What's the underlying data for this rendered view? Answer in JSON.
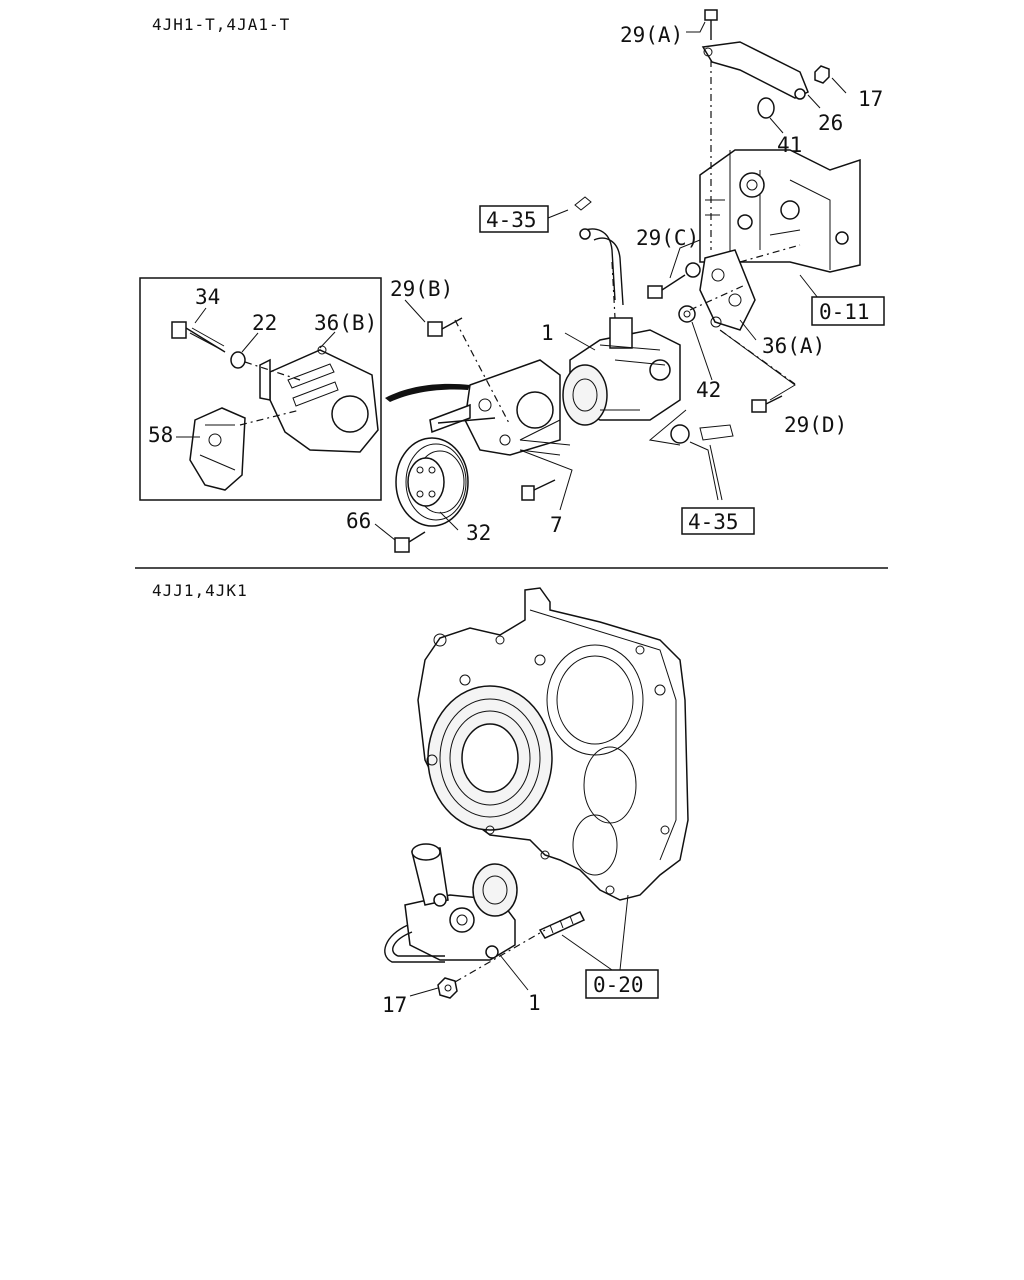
{
  "sections": [
    {
      "header": "4JH1-T,4JA1-T",
      "callouts": [
        "29(A)",
        "17",
        "26",
        "41",
        "4-35",
        "29(C)",
        "0-11",
        "34",
        "22",
        "36(B)",
        "29(B)",
        "1",
        "36(A)",
        "42",
        "29(D)",
        "58",
        "66",
        "32",
        "7",
        "4-35"
      ]
    },
    {
      "header": "4JJ1,4JK1",
      "callouts": [
        "0-20",
        "17",
        "1"
      ]
    }
  ]
}
